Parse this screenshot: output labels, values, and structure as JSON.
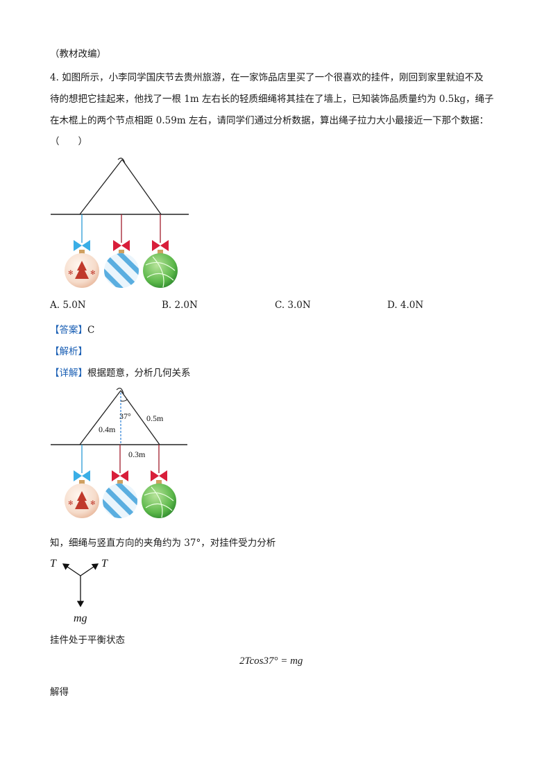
{
  "source_note": "（教材改编）",
  "question": {
    "line1": "4. 如图所示，小李同学国庆节去贵州旅游，在一家饰品店里买了一个很喜欢的挂件，刚回到家里就迫不及",
    "line2": "待的想把它挂起来，他找了一根 1m 左右长的轻质细绳将其挂在了墙上，已知装饰品质量约为 0.5kg，绳子",
    "line3": "在木棍上的两个节点相距 0.59m 左右，请同学们通过分析数据，算出绳子拉力大小最接近一下那个数据：",
    "blank": "（　　）"
  },
  "options": [
    {
      "label": "A. 5.0N"
    },
    {
      "label": "B.  2.0N"
    },
    {
      "label": "C. 3.0N"
    },
    {
      "label": "D. 4.0N"
    }
  ],
  "answer": {
    "tag": "【答案】",
    "value": "C"
  },
  "analysis": {
    "tag": "【解析】"
  },
  "detail": {
    "tag": "【详解】",
    "text": "根据题意，分析几何关系"
  },
  "figure2_labels": {
    "angle": "37°",
    "height": "0.4m",
    "hyp": "0.5m",
    "half": "0.3m"
  },
  "after_fig2": "知，细绳与竖直方向的夹角约为 37°，对挂件受力分析",
  "force_labels": {
    "t_left": "T",
    "t_right": "T",
    "weight": "mg"
  },
  "equilibrium_text": "挂件处于平衡状态",
  "equation": "2Tcos37° = mg",
  "solve_text": "解得"
}
